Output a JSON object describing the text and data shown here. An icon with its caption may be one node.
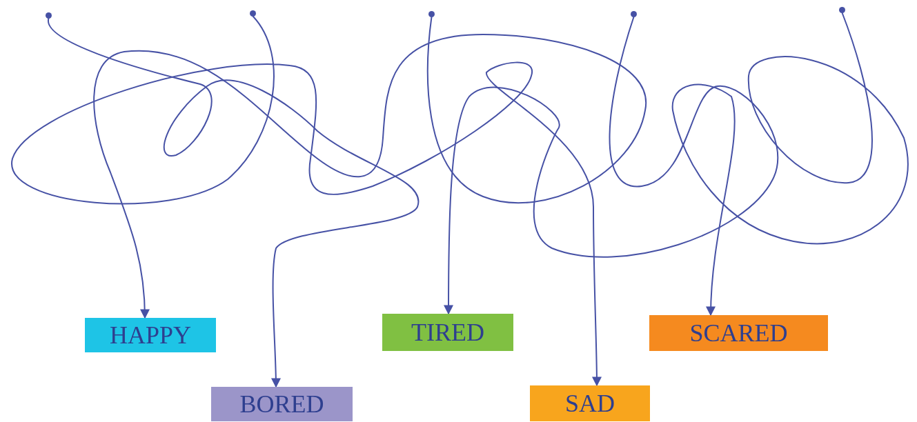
{
  "diagram": {
    "nodes": [
      {
        "text": [],
        "shape": "circle"
      },
      {
        "text": [],
        "shape": "circle"
      },
      {
        "text": [],
        "shape": "circle"
      },
      {
        "text": [],
        "shape": "circle"
      },
      {
        "text": [],
        "shape": "circle"
      },
      {
        "text": [
          "HAPPY"
        ]
      },
      {
        "text": [
          "BORED"
        ]
      },
      {
        "text": [
          "TIRED"
        ]
      },
      {
        "text": [
          "SAD"
        ]
      },
      {
        "text": [
          "SCARED"
        ]
      }
    ],
    "edges": [
      {
        "from": 0,
        "to": 6,
        "arrow": "to"
      },
      {
        "from": 1,
        "to": 8,
        "arrow": "to"
      },
      {
        "from": 2,
        "to": 5,
        "arrow": "to"
      },
      {
        "from": 3,
        "to": 7,
        "arrow": "to"
      },
      {
        "from": 4,
        "to": 9,
        "arrow": "to"
      }
    ]
  }
}
